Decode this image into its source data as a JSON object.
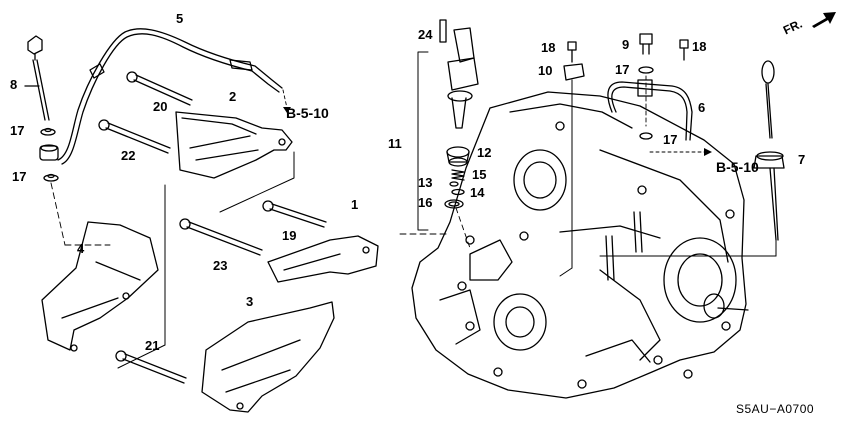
{
  "diagram": {
    "direction_label": "FR.",
    "part_numbers": {
      "p1": "1",
      "p2": "2",
      "p3": "3",
      "p4": "4",
      "p5": "5",
      "p6": "6",
      "p7": "7",
      "p8": "8",
      "p9": "9",
      "p10": "10",
      "p11": "11",
      "p12": "12",
      "p13": "13",
      "p14": "14",
      "p15": "15",
      "p16": "16",
      "p17": "17",
      "p18": "18",
      "p19": "19",
      "p20": "20",
      "p21": "21",
      "p22": "22",
      "p23": "23",
      "p24": "24"
    },
    "reference_label": "B-5-10",
    "diagram_code": "S5AU−A0700"
  }
}
